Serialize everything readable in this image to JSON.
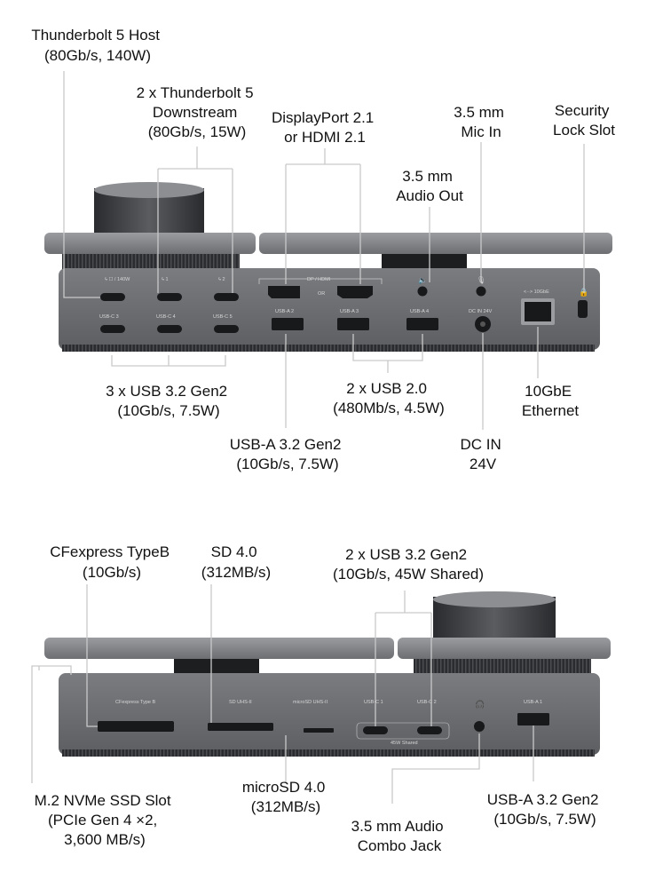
{
  "back_panel": {
    "labels": {
      "tb5_host": [
        "Thunderbolt 5 Host",
        "(80Gb/s, 140W)"
      ],
      "tb5_downstream": [
        "2 x Thunderbolt 5",
        "Downstream",
        "(80Gb/s, 15W)"
      ],
      "display": [
        "DisplayPort 2.1",
        "or HDMI 2.1"
      ],
      "mic_in": [
        "3.5 mm",
        "Mic In"
      ],
      "audio_out": [
        "3.5 mm",
        "Audio Out"
      ],
      "security_lock": [
        "Security",
        "Lock Slot"
      ],
      "usb_c_x3": [
        "3 x USB 3.2 Gen2",
        "(10Gb/s, 7.5W)"
      ],
      "usb_a_gen2": [
        "USB-A 3.2 Gen2",
        "(10Gb/s, 7.5W)"
      ],
      "usb20": [
        "2 x USB 2.0",
        "(480Mb/s, 4.5W)"
      ],
      "dc_in": [
        "DC IN",
        "24V"
      ],
      "ethernet": [
        "10GbE",
        "Ethernet"
      ]
    },
    "port_text": {
      "host_mark": "ϟ ☐ / 140W",
      "tb1": "ϟ 1",
      "tb2": "ϟ 2",
      "usbc3": "USB-C 3",
      "usbc4": "USB-C 4",
      "usbc5": "USB-C 5",
      "dp_hdmi": "DP / HDMI",
      "or": "OR",
      "usba2": "USB-A 2",
      "usba3": "USB-A 3",
      "usba4": "USB-A 4",
      "dcin": "DC IN 24V",
      "eth": "<··> 10GbE"
    }
  },
  "front_panel": {
    "labels": {
      "cfexpress": [
        "CFexpress TypeB",
        "(10Gb/s)"
      ],
      "sd": [
        "SD 4.0",
        "(312MB/s)"
      ],
      "usb_c_front": [
        "2 x USB 3.2 Gen2",
        "(10Gb/s, 45W Shared)"
      ],
      "m2": [
        "M.2 NVMe SSD Slot",
        "(PCIe Gen 4 ×2,",
        "3,600 MB/s)"
      ],
      "microsd": [
        "microSD 4.0",
        "(312MB/s)"
      ],
      "combo_jack": [
        "3.5 mm Audio",
        "Combo Jack"
      ],
      "usb_a_front": [
        "USB-A 3.2 Gen2",
        "(10Gb/s, 7.5W)"
      ]
    },
    "port_text": {
      "cfe": "CFexpress Type B",
      "sd": "SD UHS-II",
      "microsd": "microSD UHS-II",
      "usbc1": "USB-C 1",
      "usbc2": "USB-C 2",
      "shared": "45W Shared",
      "usba1": "USB-A 1"
    }
  },
  "colors": {
    "body": "#6e7075",
    "body_dark": "#4a4c50",
    "top": "#8a8c90",
    "port": "#18191b",
    "lead": "#c9c9c9"
  }
}
